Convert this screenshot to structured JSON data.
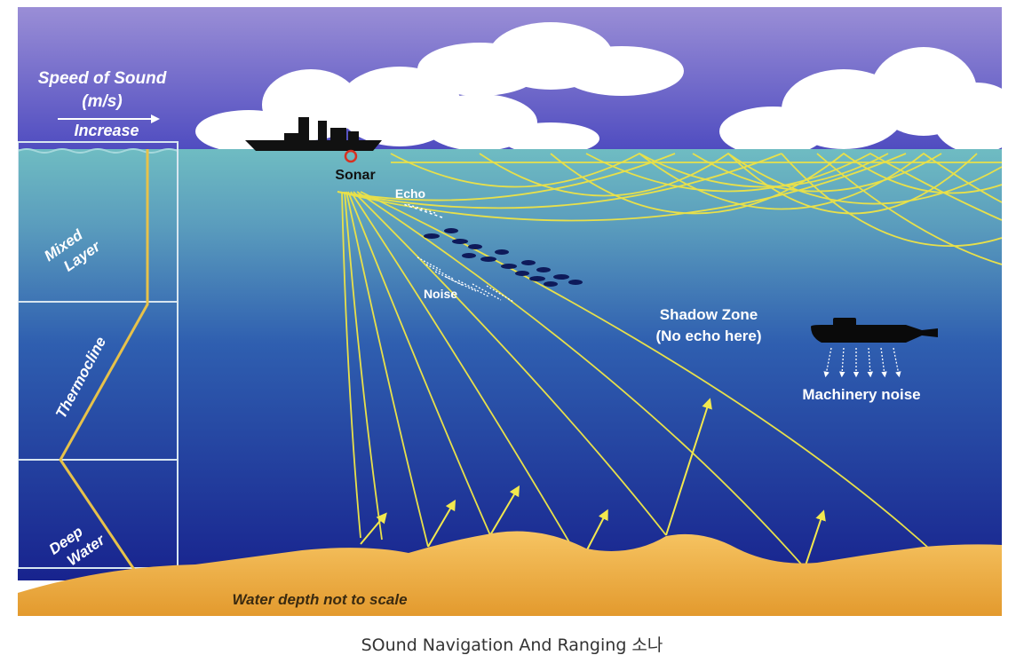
{
  "diagram": {
    "speed_label_line1": "Speed of Sound",
    "speed_label_line2": "(m/s)",
    "increase_label": "Increase",
    "layers": {
      "mixed": "Mixed Layer",
      "mixed_line1": "Mixed",
      "mixed_line2": "Layer",
      "thermocline": "Thermocline",
      "deep": "Deep Water",
      "deep_line1": "Deep",
      "deep_line2": "Water"
    },
    "sonar_label": "Sonar",
    "echo_label": "Echo",
    "noise_label": "Noise",
    "shadow_zone_line1": "Shadow Zone",
    "shadow_zone_line2": "(No echo here)",
    "machinery_noise_label": "Machinery noise",
    "depth_note": "Water depth not to scale",
    "colors": {
      "sky_top": "#8a7fd0",
      "sky_bottom": "#5a56c4",
      "water_top": "#6fb8c0",
      "water_mid": "#2f63b0",
      "water_deep": "#1a2e95",
      "seabed": "#f0b04a",
      "ray": "#e8e04a",
      "text": "#ffffff"
    }
  },
  "caption": "SOund Navigation And Ranging  소나"
}
